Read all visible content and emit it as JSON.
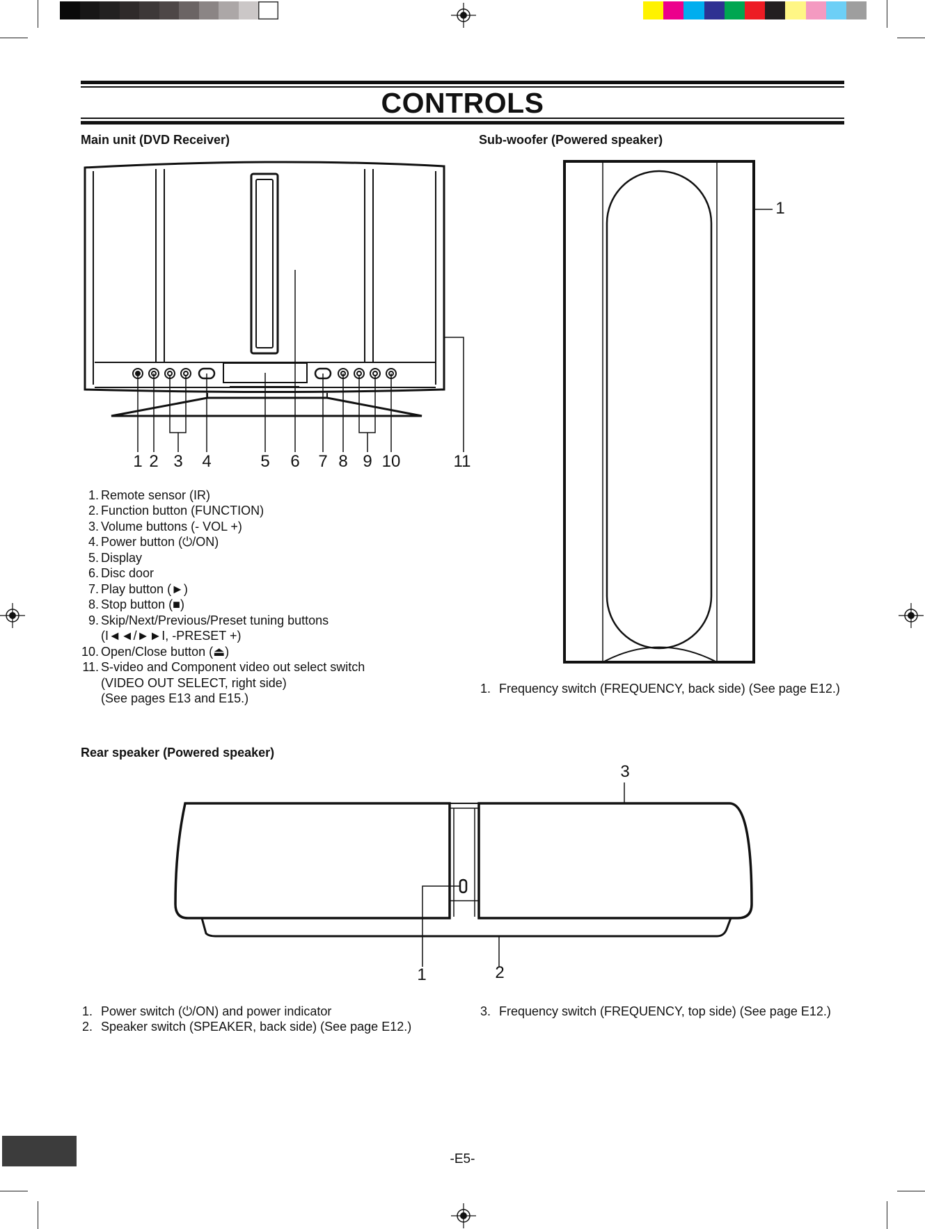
{
  "page": {
    "title": "CONTROLS",
    "page_number": "-E5-"
  },
  "print_marks": {
    "grayscale": [
      "#0a0a0a",
      "#171616",
      "#222121",
      "#2f2b2b",
      "#3d3838",
      "#4e4747",
      "#6b6464",
      "#8b8585",
      "#aca7a7",
      "#cbc7c7",
      "#ffffff"
    ],
    "colors": [
      "#fff200",
      "#ec008c",
      "#00aeef",
      "#2e3192",
      "#00a651",
      "#ed1c24",
      "#231f20",
      "#fff685",
      "#f49ac1",
      "#6dcff6",
      "#9e9e9e"
    ],
    "tab_color": "#3c3c3c"
  },
  "main_unit": {
    "heading": "Main unit (DVD Receiver)",
    "callouts": [
      "1",
      "2",
      "3",
      "4",
      "5",
      "6",
      "7",
      "8",
      "9",
      "10",
      "11"
    ],
    "items": [
      {
        "n": "1.",
        "text": "Remote sensor (IR)"
      },
      {
        "n": "2.",
        "text": "Function button (FUNCTION)"
      },
      {
        "n": "3.",
        "text": "Volume buttons (- VOL +)"
      },
      {
        "n": "4.",
        "text": "Power button (⏻/ON)"
      },
      {
        "n": "5.",
        "text": "Display"
      },
      {
        "n": "6.",
        "text": "Disc door"
      },
      {
        "n": "7.",
        "text": "Play button (►)"
      },
      {
        "n": "8.",
        "text": "Stop button (■)"
      },
      {
        "n": "9.",
        "text": "Skip/Next/Previous/Preset tuning buttons"
      },
      {
        "n": "10.",
        "text": "Open/Close button (⏏)"
      },
      {
        "n": "11.",
        "text": "S-video and Component video out select switch"
      }
    ],
    "item9_cont": "(I◄◄/►►I, -PRESET +)",
    "item11_cont1": "(VIDEO OUT SELECT, right side)",
    "item11_cont2": "(See pages E13 and E15.)"
  },
  "subwoofer": {
    "heading": "Sub-woofer (Powered speaker)",
    "callouts": [
      "1"
    ],
    "items": [
      {
        "n": "1.",
        "text": "Frequency switch (FREQUENCY, back side) (See page E12.)"
      }
    ]
  },
  "rear_speaker": {
    "heading": "Rear speaker (Powered speaker)",
    "callouts": [
      "1",
      "2",
      "3"
    ],
    "items": [
      {
        "n": "1.",
        "text": "Power switch (⏻/ON) and power indicator"
      },
      {
        "n": "2.",
        "text": "Speaker switch (SPEAKER, back side) (See page E12.)"
      },
      {
        "n": "3.",
        "text": "Frequency switch (FREQUENCY, top side) (See page E12.)"
      }
    ]
  }
}
